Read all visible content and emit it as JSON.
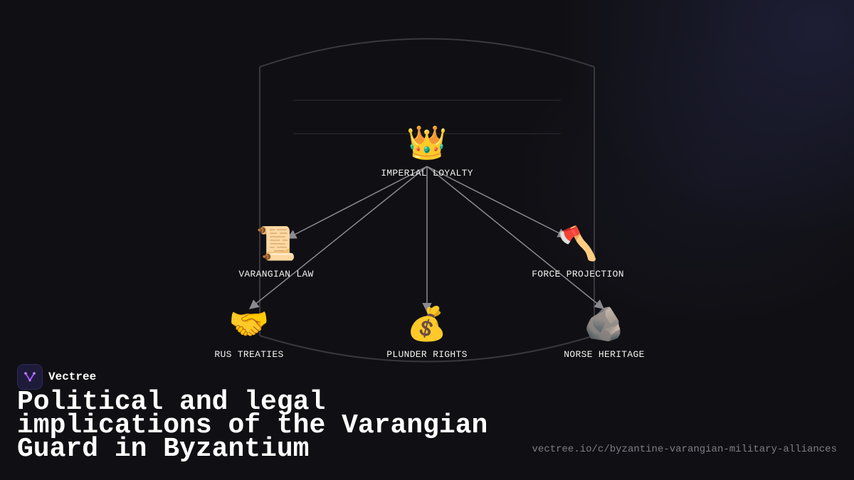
{
  "diagram": {
    "root": {
      "label": "IMPERIAL LOYALTY",
      "icon": "👑",
      "icon_name": "crown-icon"
    },
    "nodes": [
      {
        "id": "varangian-law",
        "label": "VARANGIAN LAW",
        "icon": "📜",
        "icon_name": "scroll-icon"
      },
      {
        "id": "force-projection",
        "label": "FORCE PROJECTION",
        "icon": "🪓",
        "icon_name": "axe-icon"
      },
      {
        "id": "rus-treaties",
        "label": "RUS TREATIES",
        "icon": "🤝",
        "icon_name": "handshake-icon"
      },
      {
        "id": "plunder-rights",
        "label": "PLUNDER RIGHTS",
        "icon": "💰",
        "icon_name": "money-bag-icon"
      },
      {
        "id": "norse-heritage",
        "label": "NORSE HERITAGE",
        "icon": "🪨",
        "icon_name": "rock-icon"
      }
    ],
    "edges": [
      {
        "from": "root",
        "to": "varangian-law"
      },
      {
        "from": "root",
        "to": "force-projection"
      },
      {
        "from": "root",
        "to": "rus-treaties"
      },
      {
        "from": "root",
        "to": "plunder-rights"
      },
      {
        "from": "root",
        "to": "norse-heritage"
      }
    ]
  },
  "brand": {
    "name": "Vectree",
    "logo_icon": "vectree-logo-icon"
  },
  "title": "Political and legal implications of the Varangian Guard in Byzantium",
  "url": "vectree.io/c/byzantine-varangian-military-alliances",
  "colors": {
    "background": "#101014",
    "edge": "#8a8a90",
    "frame": "#3a3a40",
    "brand_accent": "#a855f7"
  }
}
